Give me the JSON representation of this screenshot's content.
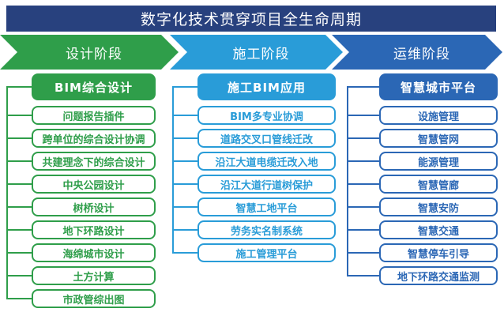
{
  "title": "数字化技术贯穿项目全生命周期",
  "colors": {
    "banner": "#28417e",
    "design_green": "#2f9e4a",
    "construction_blue": "#299cd8",
    "operation_blue": "#2b67b5",
    "background": "#ffffff",
    "text_on_fill": "#ffffff"
  },
  "phases": [
    {
      "label": "设计阶段",
      "header": "BIM综合设计",
      "color": "#2f9e4a",
      "items": [
        "问题报告插件",
        "跨单位的综合设计协调",
        "共建理念下的综合设计",
        "中央公园设计",
        "树桥设计",
        "地下环路设计",
        "海绵城市设计",
        "土方计算",
        "市政管综出图"
      ]
    },
    {
      "label": "施工阶段",
      "header": "施工BIM应用",
      "color": "#299cd8",
      "items": [
        "BIM多专业协调",
        "道路交叉口管线迁改",
        "沿江大道电缆迁改入地",
        "沿江大道行道树保护",
        "智慧工地平台",
        "劳务实名制系统",
        "施工管理平台"
      ]
    },
    {
      "label": "运维阶段",
      "header": "智慧城市平台",
      "color": "#2b67b5",
      "items": [
        "设施管理",
        "智慧管网",
        "能源管理",
        "智慧管廊",
        "智慧安防",
        "智慧交通",
        "智慧停车引导",
        "地下环路交通监测"
      ]
    }
  ]
}
